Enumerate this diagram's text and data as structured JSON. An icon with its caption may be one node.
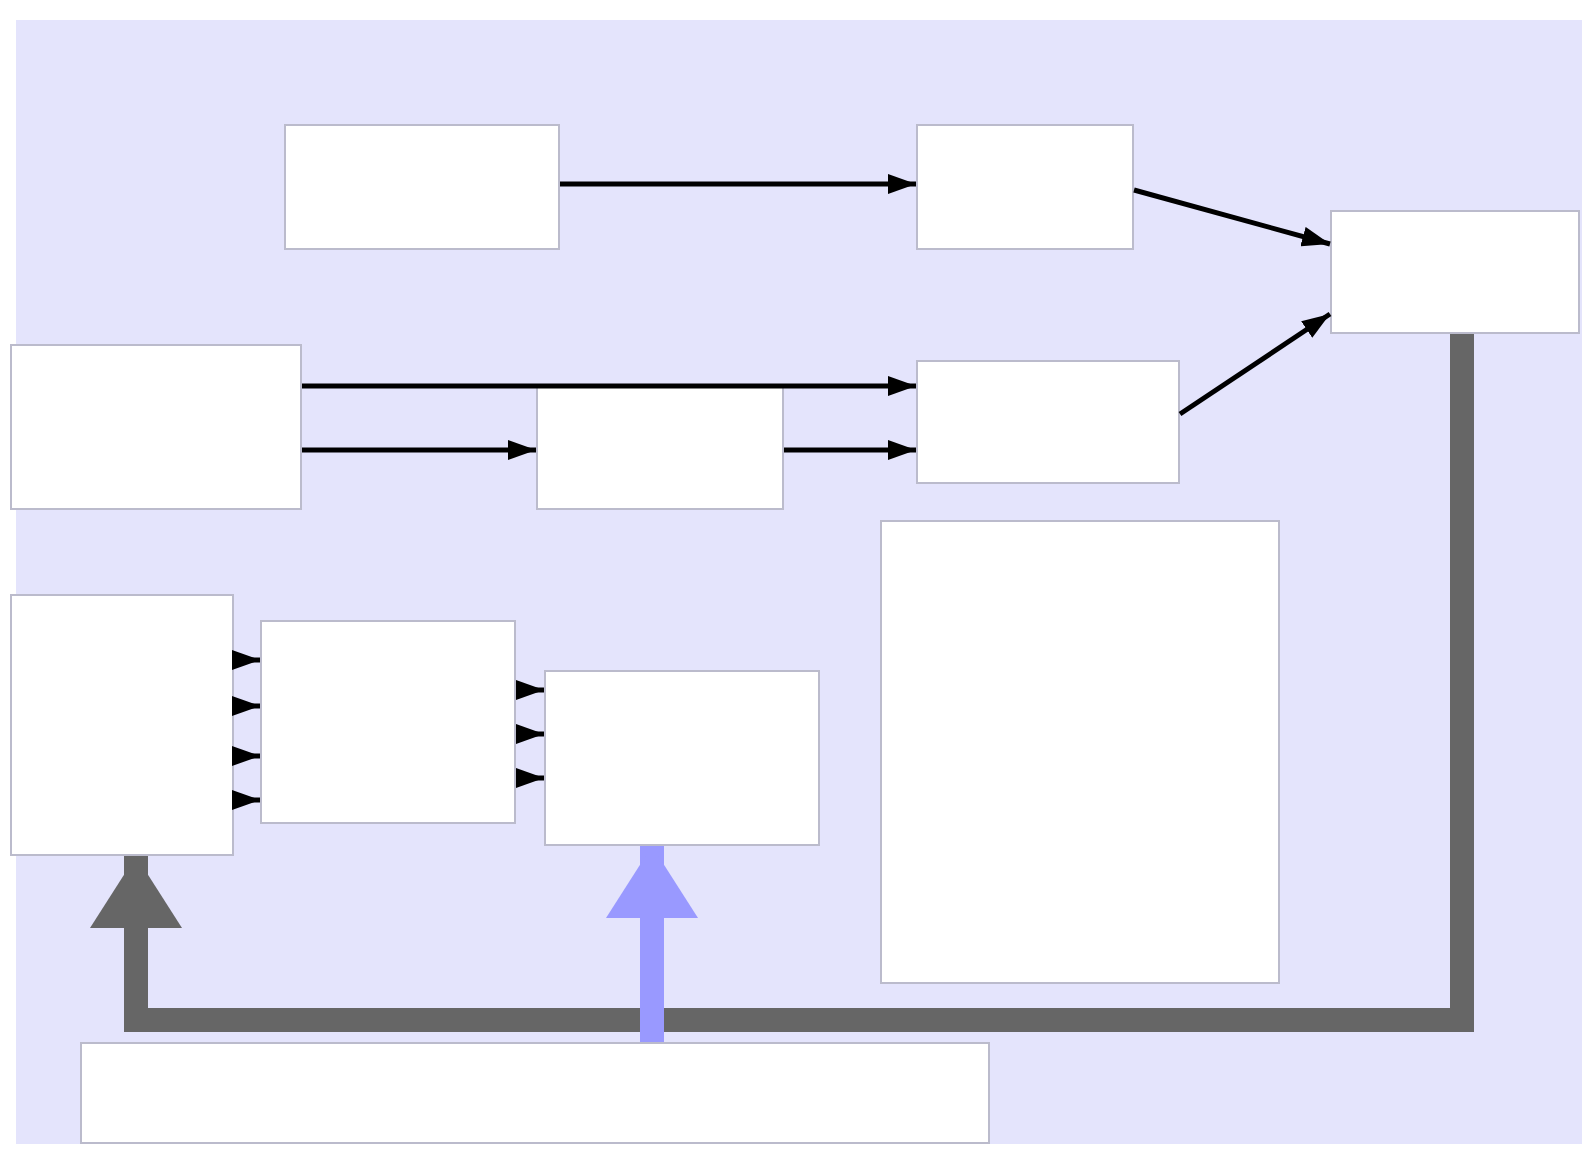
{
  "diagram": {
    "nodes": [
      {
        "text": [],
        "shape": "box"
      },
      {
        "text": [],
        "shape": "box"
      },
      {
        "text": [],
        "shape": "box"
      },
      {
        "text": [],
        "shape": "box"
      },
      {
        "text": [],
        "shape": "box"
      },
      {
        "text": [],
        "shape": "box"
      },
      {
        "text": [],
        "shape": "box"
      },
      {
        "text": [],
        "shape": "box"
      },
      {
        "text": [],
        "shape": "box"
      },
      {
        "text": [],
        "shape": "box"
      },
      {
        "text": [],
        "shape": "box"
      }
    ],
    "edges": [
      {
        "from": 0,
        "to": 1,
        "arrow": "to"
      },
      {
        "from": 1,
        "to": 2,
        "arrow": "to"
      },
      {
        "from": 3,
        "to": 5,
        "arrow": "to"
      },
      {
        "from": 3,
        "to": 4,
        "arrow": "to"
      },
      {
        "from": 4,
        "to": 5,
        "arrow": "to"
      },
      {
        "from": 5,
        "to": 2,
        "arrow": "to"
      },
      {
        "from": 6,
        "to": 7,
        "arrow": "to"
      },
      {
        "from": 6,
        "to": 7,
        "arrow": "to"
      },
      {
        "from": 6,
        "to": 7,
        "arrow": "to"
      },
      {
        "from": 6,
        "to": 7,
        "arrow": "to"
      },
      {
        "from": 7,
        "to": 8,
        "arrow": "to"
      },
      {
        "from": 7,
        "to": 8,
        "arrow": "to"
      },
      {
        "from": 7,
        "to": 8,
        "arrow": "to"
      },
      {
        "from": 2,
        "to": 6,
        "arrow": "to",
        "style": "thick",
        "color": "#666666"
      },
      {
        "from": 10,
        "to": 8,
        "arrow": "to",
        "style": "thick",
        "color": "#9999ff"
      }
    ]
  }
}
